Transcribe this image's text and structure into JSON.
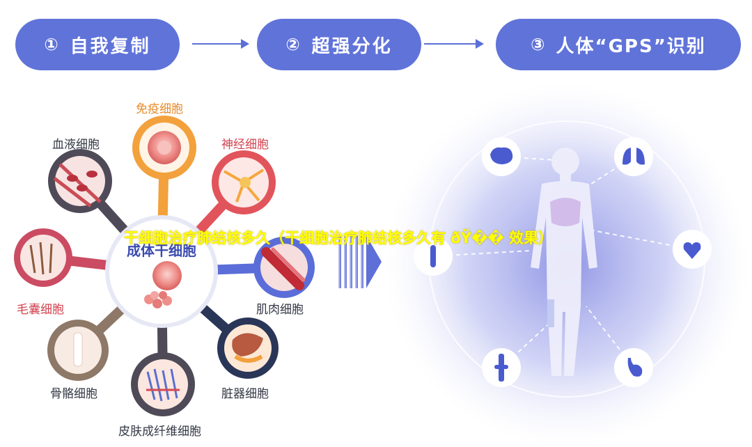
{
  "steps": [
    {
      "num": "①",
      "label": "自我复制"
    },
    {
      "num": "②",
      "label": "超强分化"
    },
    {
      "num": "③",
      "label": "人体“GPS”识别"
    }
  ],
  "center": {
    "label": "成体干细胞"
  },
  "cells": [
    {
      "id": "immune",
      "label": "免疫细胞"
    },
    {
      "id": "nerve",
      "label": "神经细胞"
    },
    {
      "id": "blood",
      "label": "血液细胞"
    },
    {
      "id": "hair",
      "label": "毛囊细胞"
    },
    {
      "id": "muscle",
      "label": "肌肉细胞"
    },
    {
      "id": "bone",
      "label": "骨骼细胞"
    },
    {
      "id": "organ",
      "label": "脏器细胞"
    },
    {
      "id": "skin",
      "label": "皮肤成纤维细胞"
    }
  ],
  "overlay": {
    "title": "干细胞治疗肺结核多久（干细胞治疗肺结核多久有 ðŸ�� 效果）"
  },
  "colors": {
    "accent": "#6073d9",
    "immune": "#f2a13c",
    "nerve": "#e2545b",
    "blood": "#4f4a57",
    "hair": "#cb4c62",
    "muscle": "#5b6dd8",
    "bone": "#8e7867",
    "organ": "#2a3657",
    "skin": "#4f4a57",
    "overlay": "#ffff00"
  },
  "icons": [
    "brain-icon",
    "lungs-icon",
    "heart-icon",
    "bone-icon",
    "joint-icon",
    "stomach-icon",
    "human-body-icon"
  ]
}
